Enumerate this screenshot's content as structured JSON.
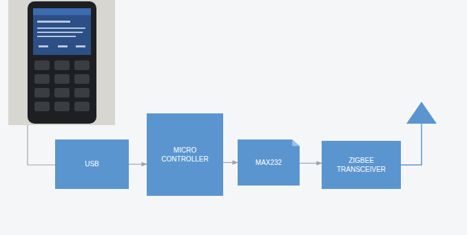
{
  "diagram": {
    "nodes": [
      {
        "text": [
          "USB"
        ]
      },
      {
        "text": [
          "MICRO CONTROLLER"
        ]
      },
      {
        "text": [
          "MAX232"
        ]
      },
      {
        "text": [
          "ZIGBEE TRANSCEIVER"
        ]
      }
    ],
    "edges": [
      {
        "from": 0,
        "to": 1,
        "arrow": "to"
      },
      {
        "from": 1,
        "to": 2,
        "arrow": "to"
      },
      {
        "from": 2,
        "to": 3,
        "arrow": "to"
      }
    ]
  }
}
